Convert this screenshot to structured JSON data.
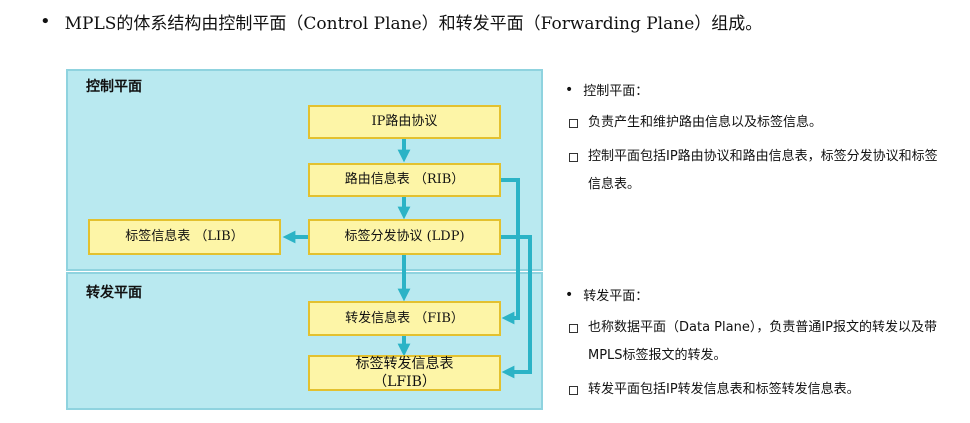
{
  "headline": "MPLS的体系结构由控制平面（Control Plane）和转发平面（Forwarding Plane）组成。",
  "diagram": {
    "control_plane_title": "控制平面",
    "forwarding_plane_title": "转发平面",
    "boxes": {
      "ip_routing_protocol": "IP路由协议",
      "rib": "路由信息表 （RIB）",
      "ldp": "标签分发协议 (LDP)",
      "lib": "标签信息表 （LIB）",
      "fib": "转发信息表 （FIB）",
      "lfib": "标签转发信息表（LFIB）"
    },
    "colors": {
      "panel_fill": "#b9e9f0",
      "panel_border": "#8fd3df",
      "box_fill": "#fdf5a7",
      "box_border": "#e3c12f",
      "arrow": "#2bb3c6"
    }
  },
  "notes": {
    "control": {
      "title": "控制平面：",
      "items": [
        "负责产生和维护路由信息以及标签信息。",
        "控制平面包括IP路由协议和路由信息表，标签分发协议和标签信息表。"
      ]
    },
    "forwarding": {
      "title": "转发平面：",
      "items": [
        "也称数据平面（Data Plane），负责普通IP报文的转发以及带MPLS标签报文的转发。",
        "转发平面包括IP转发信息表和标签转发信息表。"
      ]
    }
  }
}
